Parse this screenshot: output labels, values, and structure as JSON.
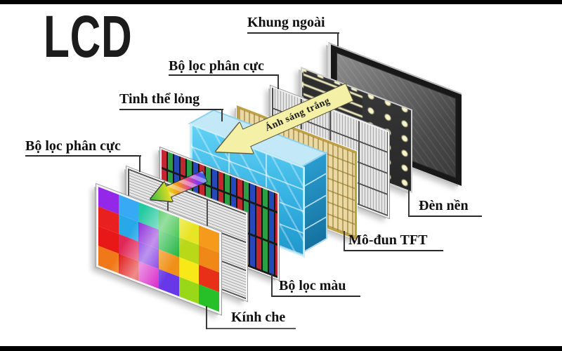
{
  "diagram_title": "LCD",
  "callouts": {
    "khung_ngoai": "Khung ngoài",
    "bo_loc_phan_cuc_top": "Bộ lọc phân cực",
    "tinh_the_long": "Tinh thể lỏng",
    "bo_loc_phan_cuc_left": "Bộ lọc phân cực",
    "den_nen": "Đèn nền",
    "mo_dun_tft": "Mô-đun TFT",
    "bo_loc_mau": "Bộ lọc màu",
    "kinh_che": "Kính che",
    "anh_sang_trang": "Ánh sáng trắng"
  },
  "layers_front_to_back": [
    "Kính che",
    "Bộ lọc phân cực",
    "Bộ lọc màu",
    "Tinh thể lỏng",
    "Mô-đun TFT",
    "Bộ lọc phân cực",
    "Đèn nền",
    "Khung ngoài"
  ],
  "colors": {
    "background": "#ffffff",
    "letterbox_bar": "#000000",
    "label_text": "#111111",
    "light_arrow_fill": "#f4f0a6",
    "liquid_crystal_blue": "#36b2e2",
    "color_filter_rgb": [
      "#c2262e",
      "#2c9e46",
      "#2549b8"
    ],
    "tft_gold": "#ead9a2",
    "polarizer_gray": "#e8e8e8",
    "backlight_dark": "#333333",
    "backlight_dot": "#f8f4c8",
    "frame_bezel": "#1a1a1a"
  },
  "cover_glass_mosaic": {
    "rows": 4,
    "cols": 6,
    "tiles": [
      [
        "#9428e8",
        "#38aaf5",
        "#25c9a0",
        "#2fbf3f",
        "#e8e525",
        "#f59a1a"
      ],
      [
        "#e82020",
        "#28a8e8",
        "#8828d8",
        "#28b848",
        "#b8d818",
        "#f08818"
      ],
      [
        "#e81818",
        "#e02858",
        "#7828e0",
        "#f09018",
        "#f8e818",
        "#e83018"
      ],
      [
        "#f07818",
        "#e01818",
        "#d828c8",
        "#6838e8",
        "#98d818",
        "#28c028"
      ]
    ]
  }
}
